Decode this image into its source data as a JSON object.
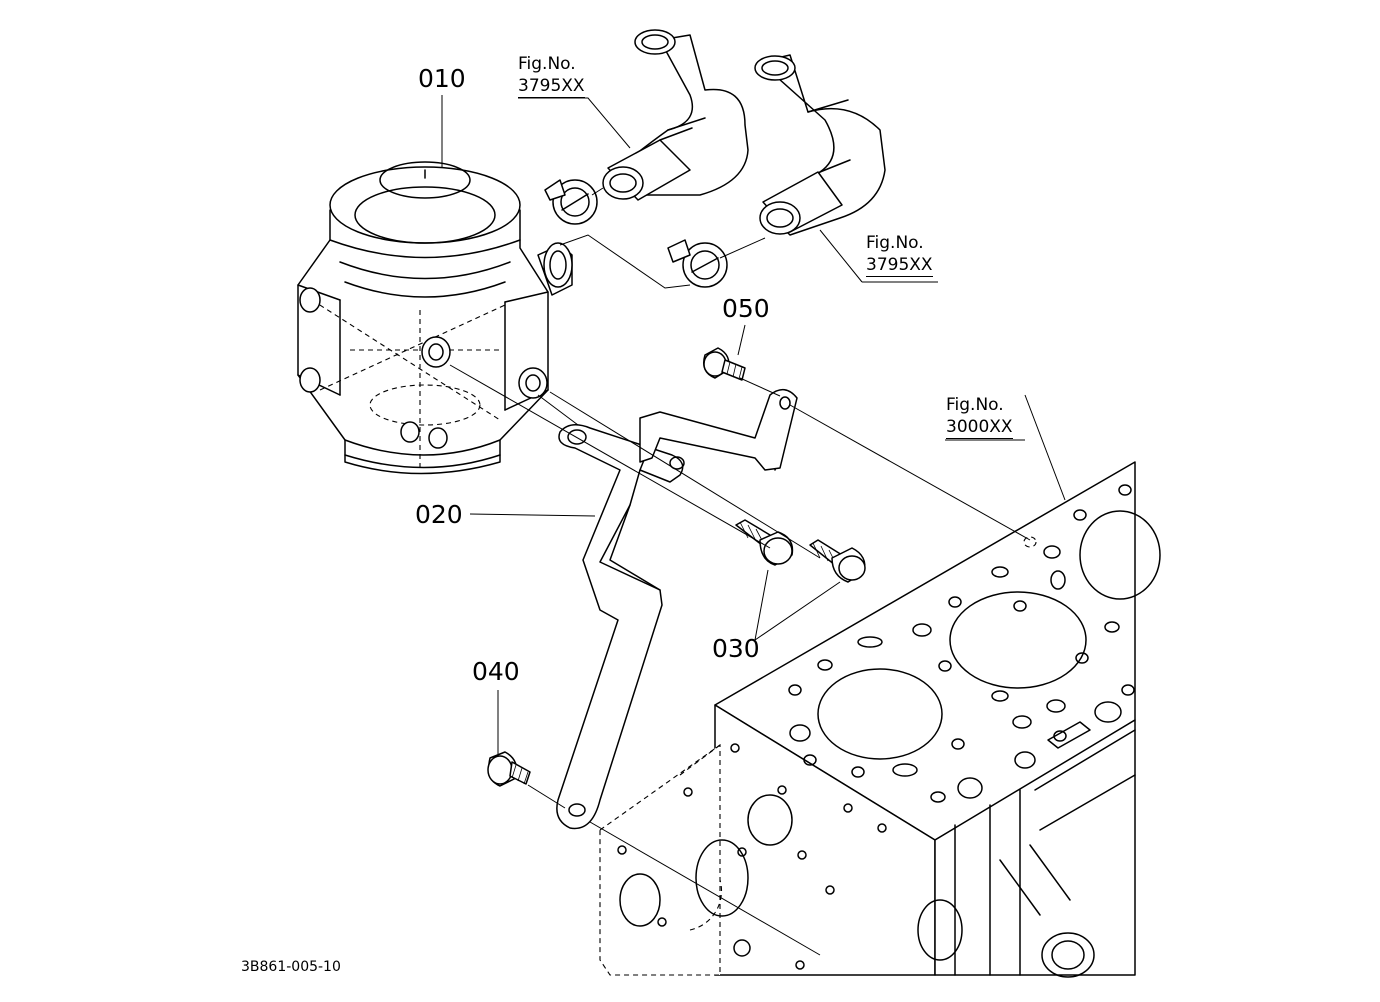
{
  "diagram": {
    "parts": [
      {
        "id": "010",
        "label": "010"
      },
      {
        "id": "020",
        "label": "020"
      },
      {
        "id": "030",
        "label": "030"
      },
      {
        "id": "040",
        "label": "040"
      },
      {
        "id": "050",
        "label": "050"
      }
    ],
    "references": [
      {
        "prefix": "Fig.No.",
        "number": "3795XX"
      },
      {
        "prefix": "Fig.No.",
        "number": "3795XX"
      },
      {
        "prefix": "Fig.No.",
        "number": "3000XX"
      }
    ],
    "drawing_code": "3B861-005-10"
  }
}
